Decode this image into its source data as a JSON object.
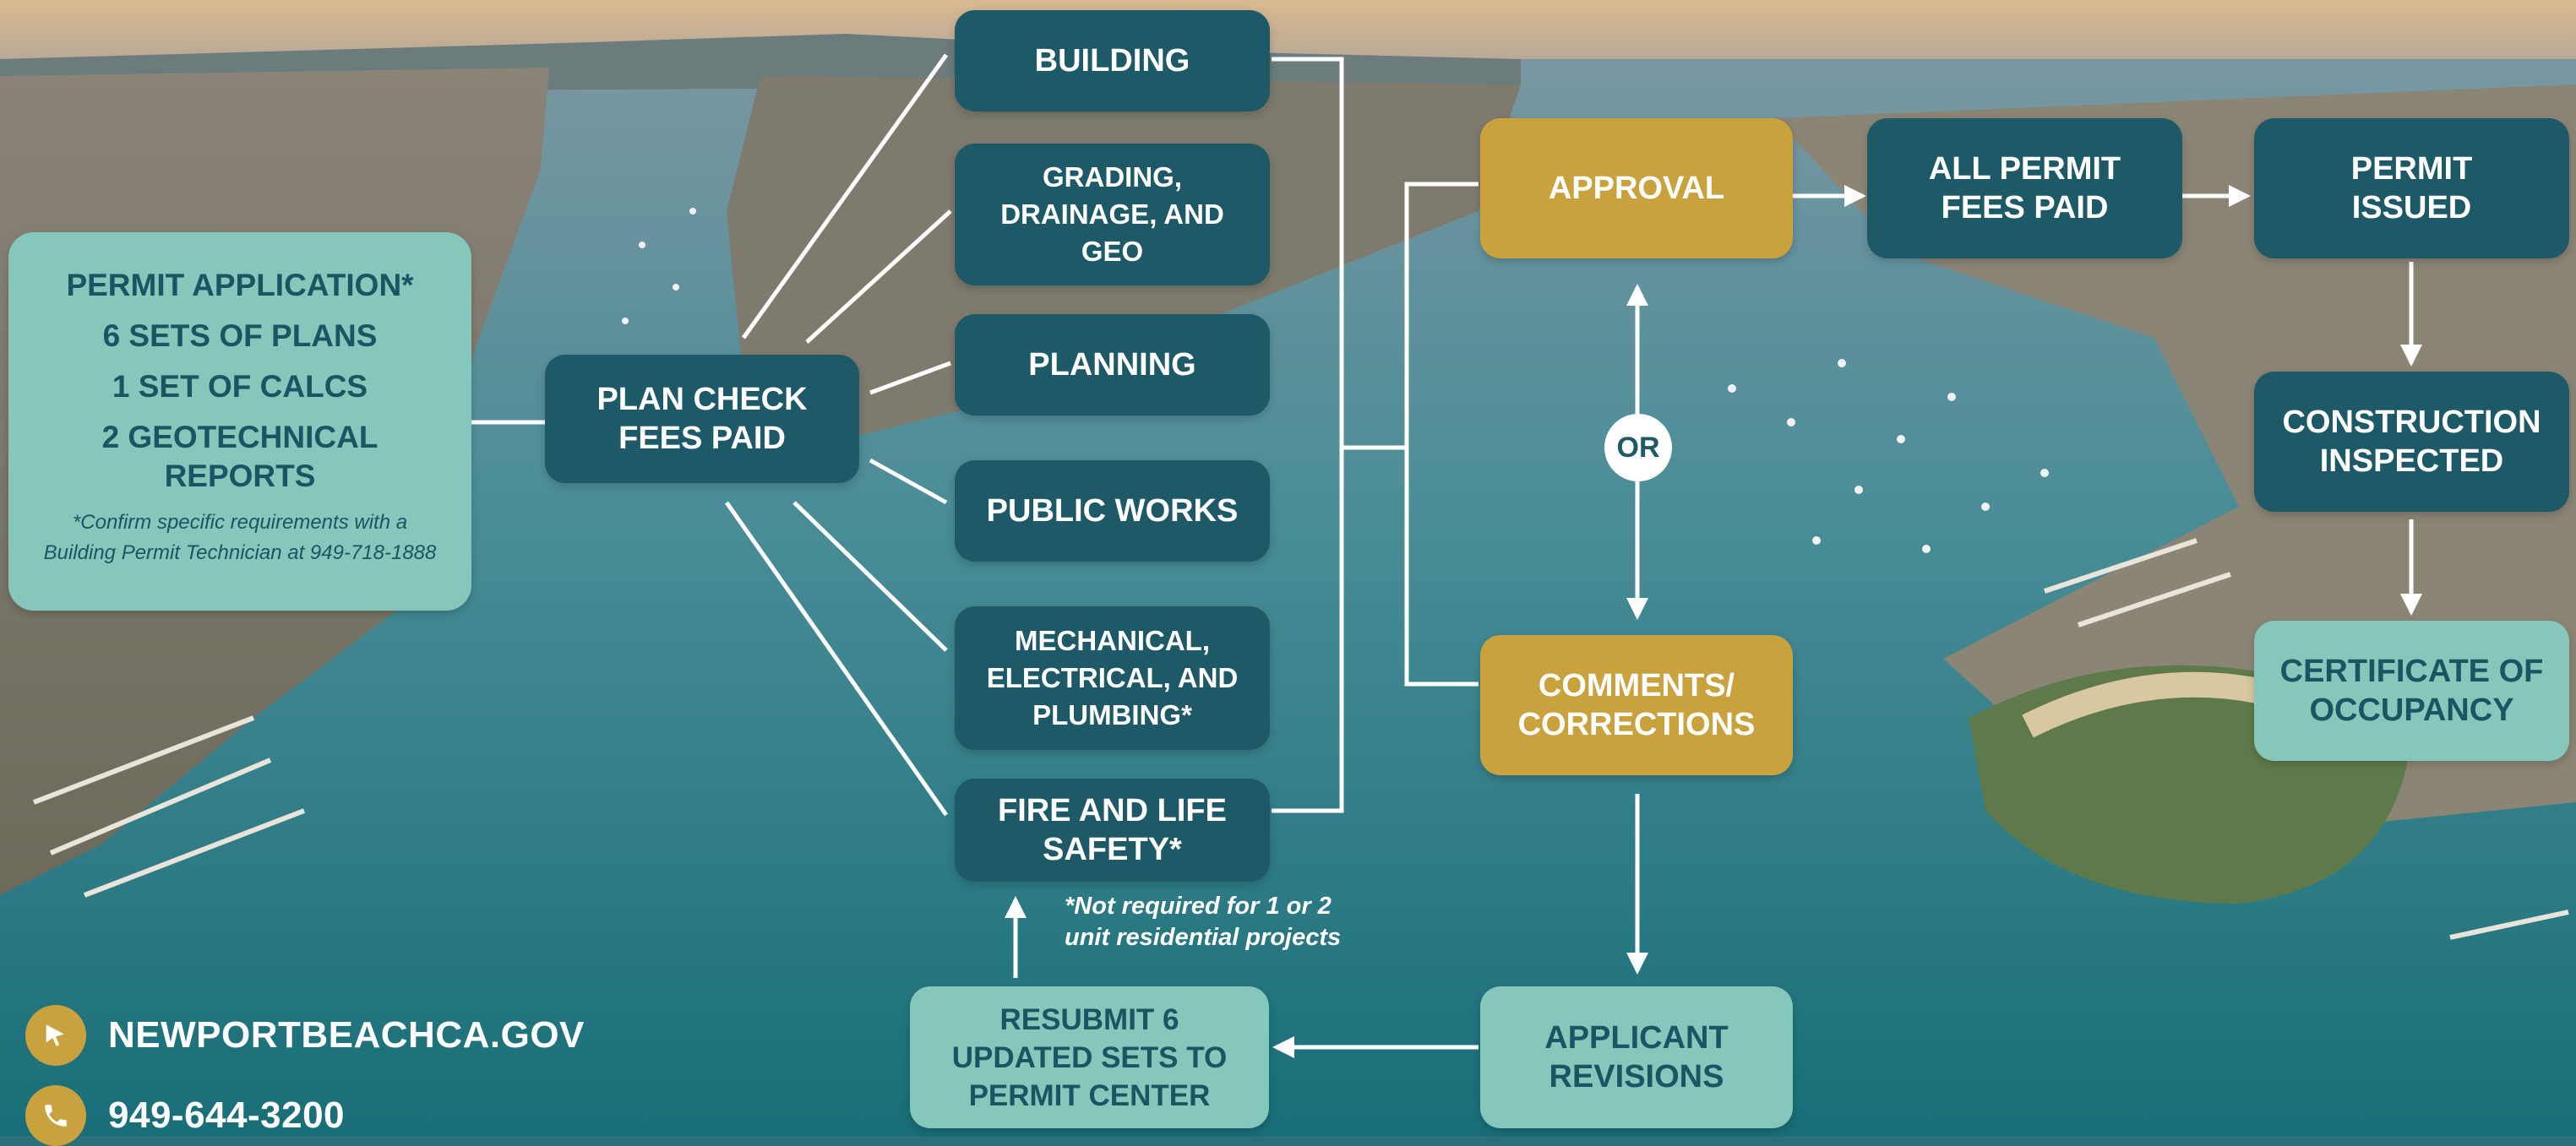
{
  "requirements": {
    "lines": [
      "PERMIT APPLICATION*",
      "6 SETS OF PLANS",
      "1 SET OF CALCS",
      "2 GEOTECHNICAL REPORTS"
    ],
    "note_line1": "*Confirm specific requirements with a",
    "note_line2": "Building Permit Technician at 949-718-1888"
  },
  "plan_check": {
    "line1": "PLAN CHECK",
    "line2": "FEES PAID"
  },
  "departments": {
    "building": "BUILDING",
    "grading": [
      "GRADING,",
      "DRAINAGE, AND",
      "GEO"
    ],
    "planning": "PLANNING",
    "public_works": "PUBLIC WORKS",
    "mep": [
      "MECHANICAL,",
      "ELECTRICAL, AND",
      "PLUMBING*"
    ],
    "fire": [
      "FIRE AND LIFE",
      "SAFETY*"
    ]
  },
  "footnote": [
    "*Not required for 1 or 2",
    "unit residential projects"
  ],
  "approval": "APPROVAL",
  "or_label": "OR",
  "comments": [
    "COMMENTS/",
    "CORRECTIONS"
  ],
  "all_fees_paid": [
    "ALL PERMIT",
    "FEES PAID"
  ],
  "permit_issued": [
    "PERMIT",
    "ISSUED"
  ],
  "construction_inspected": [
    "CONSTRUCTION",
    "INSPECTED"
  ],
  "certificate": [
    "CERTIFICATE OF",
    "OCCUPANCY"
  ],
  "applicant_revisions": [
    "APPLICANT",
    "REVISIONS"
  ],
  "resubmit": [
    "RESUBMIT 6",
    "UPDATED SETS TO",
    "PERMIT CENTER"
  ],
  "contact": {
    "website": "NEWPORTBEACHCA.GOV",
    "phone": "949-644-3200",
    "website_icon": "cursor-icon",
    "phone_icon": "phone-icon"
  },
  "colors": {
    "dark_teal": "#1d5966",
    "gold": "#c9a23d",
    "light_teal": "#86c7bc",
    "water": "#2a6f7a"
  }
}
